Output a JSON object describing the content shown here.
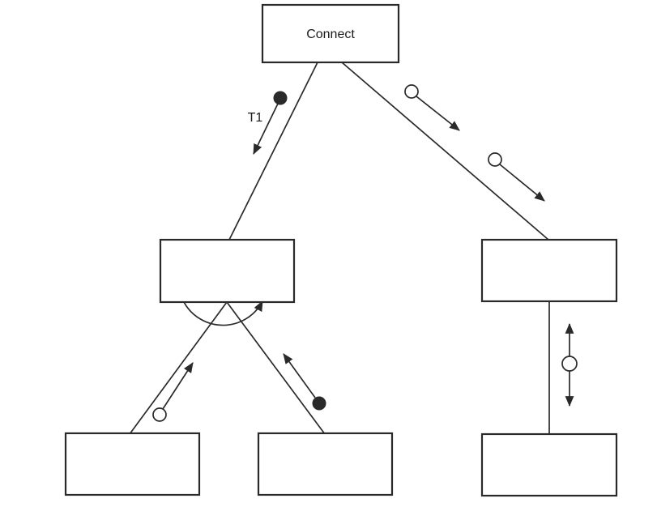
{
  "diagram": {
    "type": "tree-diagram",
    "background": "#ffffff",
    "line_color": "#2a2a2a",
    "nodes": [
      {
        "id": "connect",
        "label": "Connect"
      },
      {
        "id": "left-branch",
        "label": ""
      },
      {
        "id": "right-branch",
        "label": ""
      },
      {
        "id": "left-leaf-1",
        "label": ""
      },
      {
        "id": "left-leaf-2",
        "label": ""
      },
      {
        "id": "right-leaf",
        "label": ""
      }
    ],
    "edges": [
      {
        "from": "connect",
        "to": "left-branch",
        "label": "T1",
        "token": "filled-token",
        "arrow_direction": "down-toward-child"
      },
      {
        "from": "connect",
        "to": "right-branch",
        "label": "",
        "token": "open-token",
        "arrow_direction": "down-toward-child"
      },
      {
        "from": "connect",
        "to": "right-branch",
        "label": "",
        "token": "open-token",
        "arrow_direction": "down-toward-child"
      },
      {
        "from": "left-leaf-1",
        "to": "left-branch",
        "label": "",
        "token": "open-token",
        "arrow_direction": "up-toward-parent"
      },
      {
        "from": "left-leaf-2",
        "to": "left-branch",
        "label": "",
        "token": "filled-token",
        "arrow_direction": "up-toward-parent"
      },
      {
        "from": "right-branch",
        "to": "right-leaf",
        "label": "",
        "token": "open-token",
        "arrow_direction": "both"
      }
    ],
    "arc": {
      "description": "curved arrow sweeping under left-branch node from left child edge to right child edge",
      "arrow_direction": "up-right"
    }
  }
}
